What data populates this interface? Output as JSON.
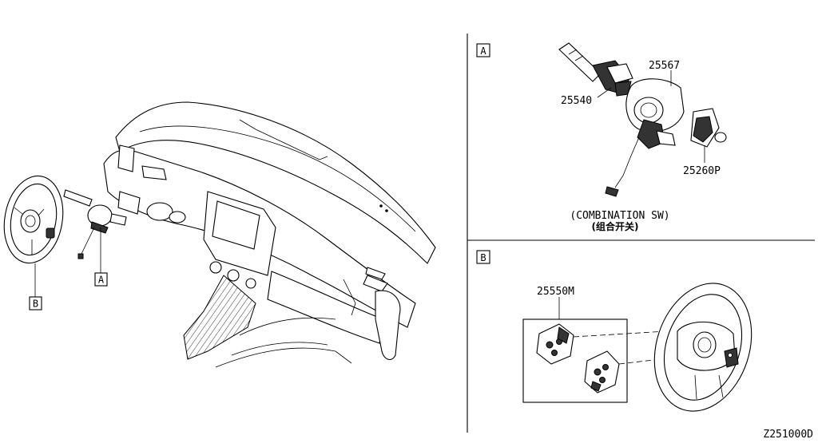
{
  "section_labels": {
    "a": "A",
    "b": "B"
  },
  "callouts": {
    "a": "A",
    "b": "B"
  },
  "parts": {
    "p25540": "25540",
    "p25567": "25567",
    "p25260p": "25260P",
    "p25550m": "25550M"
  },
  "caption": {
    "line1": "(COMBINATION SW)",
    "line2": "(组合开关)"
  },
  "diagram_code": "Z251000D"
}
